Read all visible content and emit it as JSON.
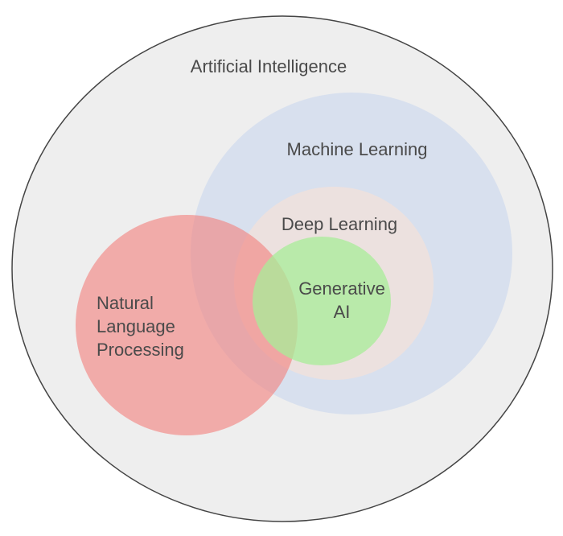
{
  "diagram": {
    "artificial_intelligence": {
      "label": "Artificial Intelligence",
      "fill": "#eeeeee",
      "stroke": "#444444"
    },
    "machine_learning": {
      "label": "Machine Learning",
      "fill": "#c9d7ee"
    },
    "deep_learning": {
      "label": "Deep Learning",
      "fill": "#f3e2da"
    },
    "natural_language_processing": {
      "label_line1": "Natural",
      "label_line2": "Language",
      "label_line3": "Processing",
      "fill": "#f47f7b"
    },
    "generative_ai": {
      "label_line1": "Generative",
      "label_line2": "AI",
      "fill": "#a8ec98"
    }
  }
}
